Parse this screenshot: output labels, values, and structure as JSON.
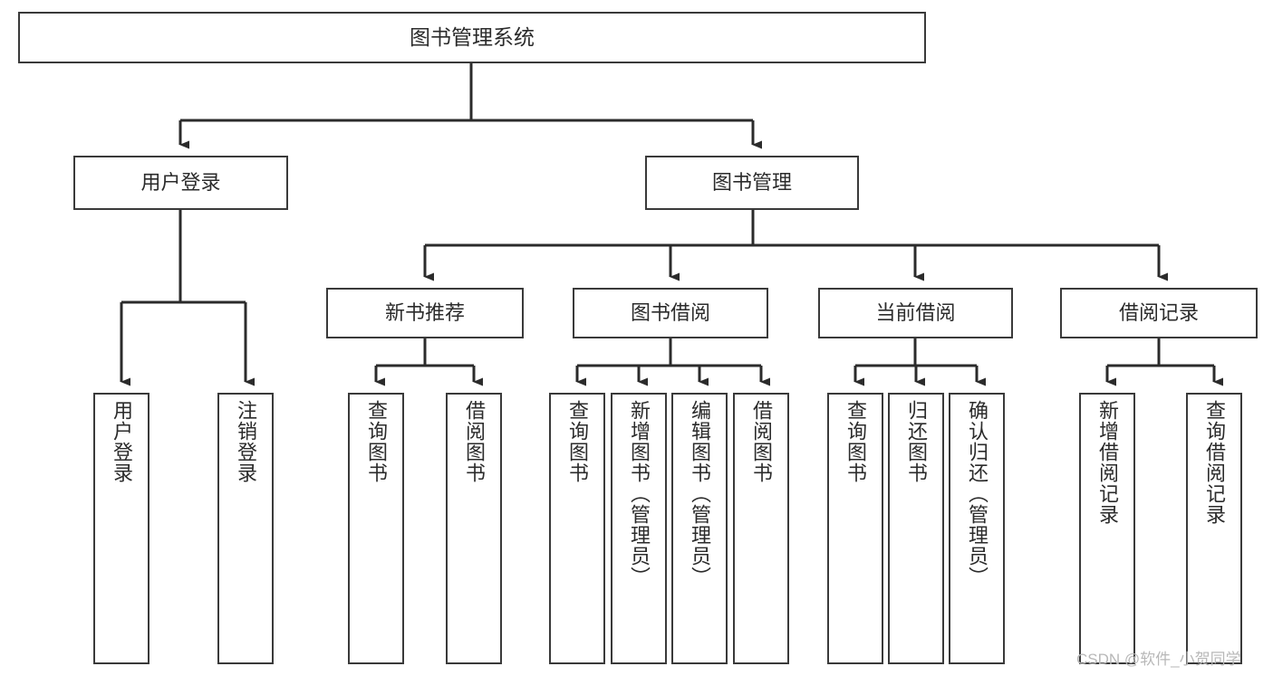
{
  "diagram": {
    "title": "图书管理系统",
    "watermark": "CSDN @软件_小贺同学",
    "colors": {
      "background": "#ffffff",
      "border": "#3a3a3a",
      "text": "#2b2b2b",
      "edge": "#2b2b2b",
      "watermark": "#b8b8b8"
    },
    "root": {
      "label": "图书管理系统"
    },
    "level1": [
      {
        "label": "用户登录"
      },
      {
        "label": "图书管理"
      }
    ],
    "level2": [
      {
        "label": "新书推荐"
      },
      {
        "label": "图书借阅"
      },
      {
        "label": "当前借阅"
      },
      {
        "label": "借阅记录"
      }
    ],
    "leaves": {
      "user_login": [
        {
          "label": "用户登录"
        },
        {
          "label": "注销登录"
        }
      ],
      "new_book_recommend": [
        {
          "label": "查询图书"
        },
        {
          "label": "借阅图书"
        }
      ],
      "book_borrow": [
        {
          "label": "查询图书"
        },
        {
          "label": "新增图书（管理员）"
        },
        {
          "label": "编辑图书（管理员）"
        },
        {
          "label": "借阅图书"
        }
      ],
      "current_borrow": [
        {
          "label": "查询图书"
        },
        {
          "label": "归还图书"
        },
        {
          "label": "确认归还（管理员）"
        }
      ],
      "borrow_record": [
        {
          "label": "新增借阅记录"
        },
        {
          "label": "查询借阅记录"
        }
      ]
    }
  }
}
